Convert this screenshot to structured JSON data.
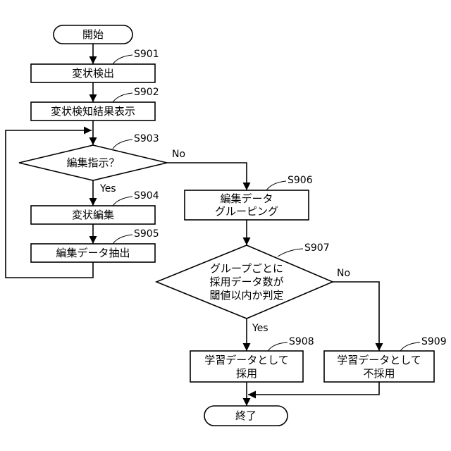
{
  "nodes": {
    "start": "開始",
    "s901": "変状検出",
    "s902": "変状検知結果表示",
    "s903": "編集指示？",
    "s904": "変状編集",
    "s905": "編集データ抽出",
    "s906": [
      "編集データ",
      "グルーピング"
    ],
    "s907": [
      "グループごとに",
      "採用データ数が",
      "閾値以内か判定"
    ],
    "s908": [
      "学習データとして",
      "採用"
    ],
    "s909": [
      "学習データとして",
      "不採用"
    ],
    "end": "終了"
  },
  "steps": {
    "s901": "S901",
    "s902": "S902",
    "s903": "S903",
    "s904": "S904",
    "s905": "S905",
    "s906": "S906",
    "s907": "S907",
    "s908": "S908",
    "s909": "S909"
  },
  "branches": {
    "s903_yes": "Yes",
    "s903_no": "No",
    "s907_yes": "Yes",
    "s907_no": "No"
  }
}
